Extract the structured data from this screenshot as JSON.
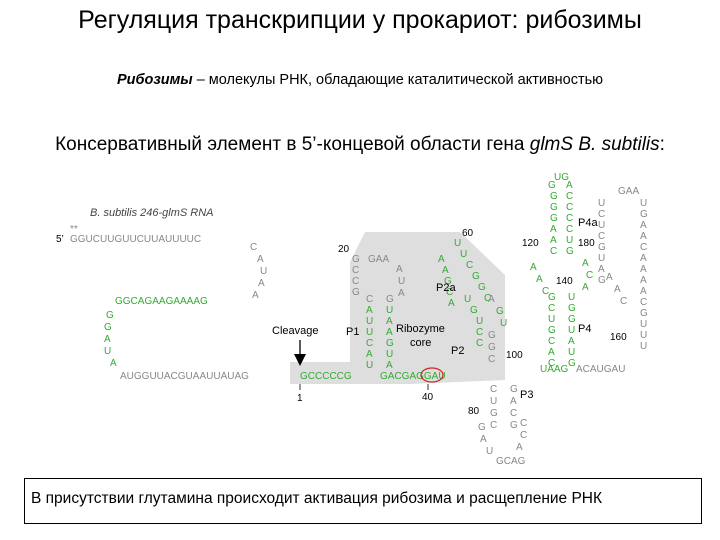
{
  "title": "Регуляция транскрипции у прокариот: рибозимы",
  "subtitle": {
    "term": "Рибозимы",
    "definition": " – молекулы РНК, обладающие каталитической активностью"
  },
  "conserved": {
    "prefix": "Консервативный элемент в 5’-концевой области гена ",
    "gene": "glmS B. subtilis",
    "suffix": ":"
  },
  "diagram": {
    "rna_title": "B. subtilis 246-glmS RNA",
    "cleavage_label": "Cleavage",
    "core_label_line1": "Ribozyme",
    "core_label_line2": "core",
    "five_prime": "5’",
    "seq_top": "GGUCUUGUUCUUAUUUUC",
    "seq_left_upper": "GGCAGAAGAAAAG",
    "seq_left_bottom": "AUGGUUACGUAAUUAUAG",
    "seq_p1_gc": "GCCCCCG",
    "seq_p2_bottom": "GACGAGGAU",
    "helix_labels": [
      "P1",
      "P2",
      "P2a",
      "P3",
      "P4",
      "P4a"
    ],
    "numbers": [
      "1",
      "20",
      "40",
      "60",
      "80",
      "100",
      "120",
      "140",
      "160",
      "180"
    ],
    "colors": {
      "green": "#33aa33",
      "gray": "#888888",
      "core_fill": "#dedede",
      "highlight": "#d42020"
    }
  },
  "footer": "В присутствии глутамина происходит активация рибозима и расщепление РНК"
}
